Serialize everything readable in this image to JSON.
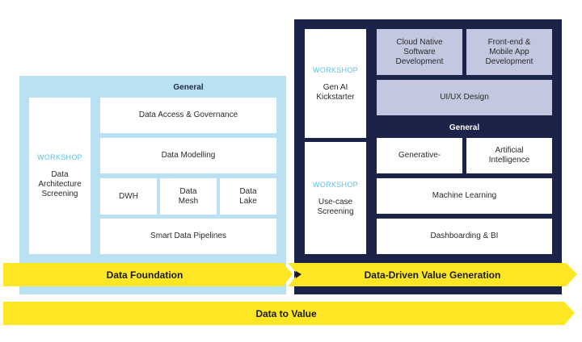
{
  "left_panel": {
    "general_label": "General",
    "workshop": {
      "tag": "WORKSHOP",
      "title": "Data\nArchitecture\nScreening"
    },
    "cards": {
      "data_access": "Data Access & Governance",
      "data_modelling": "Data Modelling",
      "dwh": "DWH",
      "data_mesh": "Data\nMesh",
      "data_lake": "Data\nLake",
      "pipelines": "Smart Data Pipelines"
    },
    "arrow_label": "Data Foundation"
  },
  "right_panel": {
    "workshop_top": {
      "tag": "WORKSHOP",
      "title": "Gen AI\nKickstarter"
    },
    "workshop_bottom": {
      "tag": "WORKSHOP",
      "title": "Use-case\nScreening"
    },
    "cards_top": {
      "cloud_native": "Cloud Native\nSoftware\nDevelopment",
      "frontend_mobile": "Front-end &\nMobile App\nDevelopment",
      "uiux": "UI/UX Design"
    },
    "general_label": "General",
    "cards_bottom": {
      "generative": "Generative-",
      "ai": "Artificial\nIntelligence",
      "ml": "Machine Learning",
      "dashboarding": "Dashboarding & BI"
    },
    "arrow_label": "Data-Driven Value Generation"
  },
  "bottom_arrow": {
    "label": "Data to Value"
  },
  "colors": {
    "light_panel": "#b9e1f2",
    "dark_panel": "#1c2349",
    "lavender_card": "#c3c8e0",
    "workshop_accent": "#5cc2e4",
    "arrow_yellow": "#fde725"
  }
}
